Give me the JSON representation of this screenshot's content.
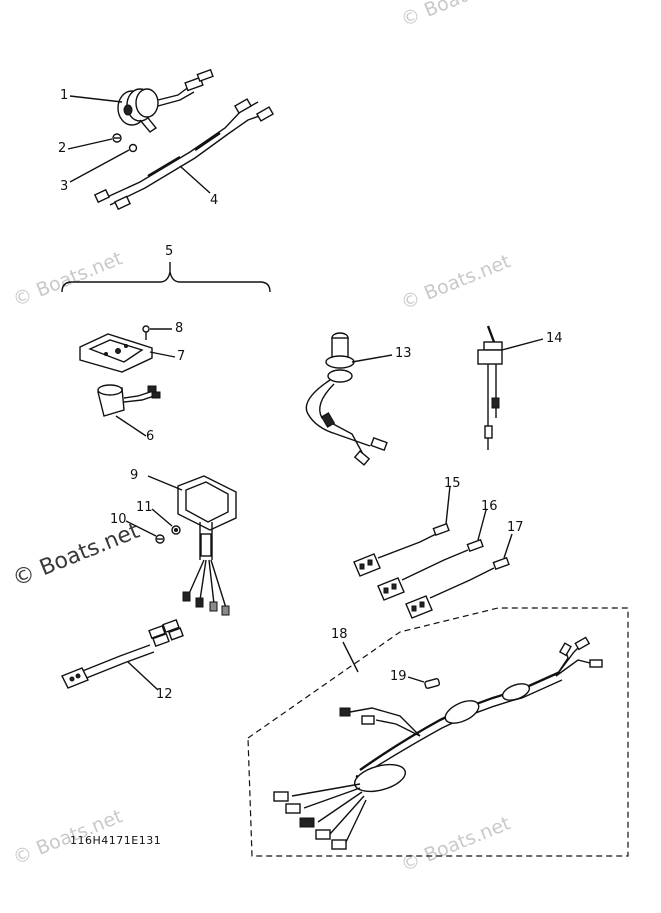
{
  "diagram": {
    "drawing_code": "116H4171E131",
    "watermark_text": "© Boats.net",
    "parts": [
      {
        "ref": "1",
        "icon": "horn-icon"
      },
      {
        "ref": "2",
        "icon": "screw-icon"
      },
      {
        "ref": "3",
        "icon": "washer-icon"
      },
      {
        "ref": "4",
        "icon": "wire-lead-icon"
      },
      {
        "ref": "5",
        "icon": "bracket-group-icon"
      },
      {
        "ref": "6",
        "icon": "switch-body-icon"
      },
      {
        "ref": "7",
        "icon": "plate-icon"
      },
      {
        "ref": "8",
        "icon": "screw-icon"
      },
      {
        "ref": "9",
        "icon": "box-bracket-icon"
      },
      {
        "ref": "10",
        "icon": "screw-icon"
      },
      {
        "ref": "11",
        "icon": "washer-icon"
      },
      {
        "ref": "12",
        "icon": "wire-lead-icon"
      },
      {
        "ref": "13",
        "icon": "key-switch-icon"
      },
      {
        "ref": "14",
        "icon": "toggle-switch-icon"
      },
      {
        "ref": "15",
        "icon": "connector-lead-icon"
      },
      {
        "ref": "16",
        "icon": "connector-lead-icon"
      },
      {
        "ref": "17",
        "icon": "connector-lead-icon"
      },
      {
        "ref": "18",
        "icon": "wire-harness-icon"
      },
      {
        "ref": "19",
        "icon": "fuse-icon"
      }
    ]
  }
}
